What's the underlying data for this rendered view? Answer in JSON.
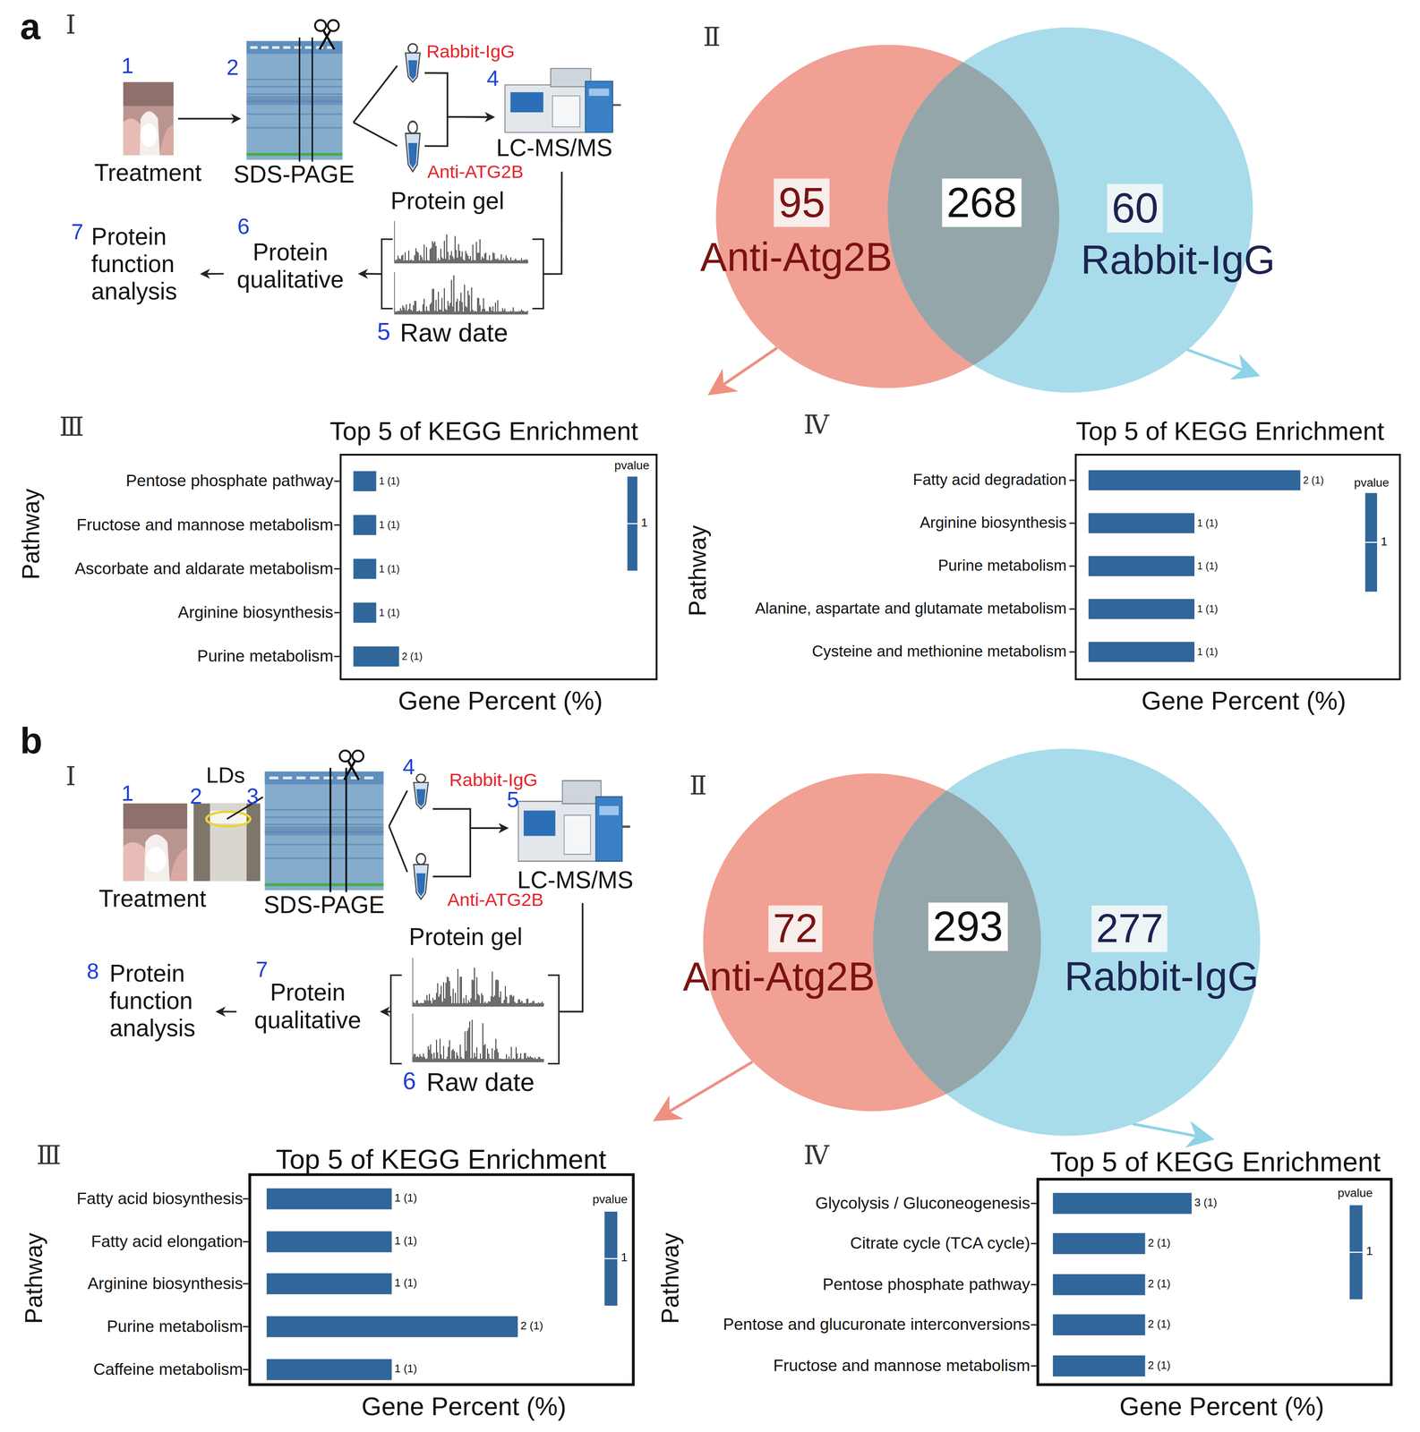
{
  "diagram": {
    "nodes": [
      {
        "text": [
          "Treatment"
        ]
      },
      {
        "text": [
          "SDS-PAGE"
        ]
      },
      {
        "text": [
          "Rabbit-IgG"
        ]
      },
      {
        "text": [
          "Anti-ATG2B"
        ]
      },
      {
        "text": [
          "LC-MS/MS"
        ]
      },
      {
        "text": [
          "Raw date"
        ]
      },
      {
        "text": [
          "Protein qualitative"
        ]
      },
      {
        "text": [
          "Protein function analysis"
        ]
      },
      {
        "text": [
          "95",
          "Anti-Atg2B"
        ]
      },
      {
        "text": [
          "60",
          "Rabbit-IgG"
        ]
      },
      {
        "text": [
          "Top 5 of KEGG Enrichment"
        ]
      },
      {
        "text": [
          "Top 5 of KEGG Enrichment"
        ]
      },
      {
        "text": [
          "Treatment"
        ]
      },
      {
        "text": [
          "LDs"
        ]
      },
      {
        "text": [
          "SDS-PAGE"
        ]
      },
      {
        "text": [
          "Rabbit-IgG"
        ]
      },
      {
        "text": [
          "Anti-ATG2B"
        ]
      },
      {
        "text": [
          "LC-MS/MS"
        ]
      },
      {
        "text": [
          "Raw date"
        ]
      },
      {
        "text": [
          "Protein qualitative"
        ]
      },
      {
        "text": [
          "Protein function analysis"
        ]
      },
      {
        "text": [
          "72",
          "Anti-Atg2B"
        ]
      },
      {
        "text": [
          "277",
          "Rabbit-IgG"
        ]
      },
      {
        "text": [
          "Top 5 of KEGG Enrichment"
        ]
      },
      {
        "text": [
          "Top 5 of KEGG Enrichment"
        ]
      }
    ],
    "edges": [
      {
        "from": 0,
        "to": 1,
        "arrow": "to"
      },
      {
        "from": 1,
        "to": 2,
        "arrow": "none"
      },
      {
        "from": 1,
        "to": 3,
        "arrow": "none"
      },
      {
        "from": 2,
        "to": 4,
        "arrow": "to"
      },
      {
        "from": 3,
        "to": 4,
        "arrow": "to"
      },
      {
        "from": 4,
        "to": 5,
        "arrow": "none"
      },
      {
        "from": 5,
        "to": 6,
        "arrow": "to"
      },
      {
        "from": 6,
        "to": 7,
        "arrow": "to"
      },
      {
        "from": 8,
        "to": 10,
        "arrow": "to"
      },
      {
        "from": 9,
        "to": 11,
        "arrow": "to"
      },
      {
        "from": 13,
        "to": 14,
        "arrow": "none"
      },
      {
        "from": 14,
        "to": 15,
        "arrow": "none"
      },
      {
        "from": 14,
        "to": 16,
        "arrow": "none"
      },
      {
        "from": 15,
        "to": 17,
        "arrow": "to"
      },
      {
        "from": 16,
        "to": 17,
        "arrow": "to"
      },
      {
        "from": 17,
        "to": 18,
        "arrow": "none"
      },
      {
        "from": 18,
        "to": 19,
        "arrow": "to"
      },
      {
        "from": 19,
        "to": 20,
        "arrow": "to"
      },
      {
        "from": 21,
        "to": 23,
        "arrow": "to"
      },
      {
        "from": 22,
        "to": 24,
        "arrow": "to"
      }
    ],
    "labels": [
      "a",
      "Ⅰ",
      "1",
      "2",
      "4",
      "Protein gel",
      "7",
      "6",
      "5",
      "Ⅱ",
      "268",
      "Ⅲ",
      "Pathway",
      "Pentose phosphate pathway",
      "Fructose and mannose metabolism",
      "Ascorbate and aldarate metabolism",
      "Arginine biosynthesis",
      "Purine metabolism",
      "1 (1)",
      "1 (1)",
      "1 (1)",
      "1 (1)",
      "2 (1)",
      "pvalue",
      "1",
      "Gene Percent (%)",
      "Ⅳ",
      "Pathway",
      "Fatty acid degradation",
      "Arginine biosynthesis",
      "Purine metabolism",
      "Alanine, aspartate and glutamate metabolism",
      "Cysteine and methionine metabolism",
      "2 (1)",
      "1 (1)",
      "1 (1)",
      "1 (1)",
      "1 (1)",
      "pvalue",
      "1",
      "Gene Percent (%)",
      "b",
      "Ⅰ",
      "1",
      "2",
      "3",
      "4",
      "5",
      "Protein gel",
      "8",
      "7",
      "6",
      "Ⅱ",
      "293",
      "Ⅲ",
      "Pathway",
      "Fatty acid biosynthesis",
      "Fatty acid elongation",
      "Arginine biosynthesis",
      "Purine metabolism",
      "Caffeine metabolism",
      "1 (1)",
      "1 (1)",
      "1 (1)",
      "2 (1)",
      "1 (1)",
      "pvalue",
      "1",
      "Gene Percent (%)",
      "Ⅳ",
      "Pathway",
      "Glycolysis / Gluconeogenesis",
      "Citrate cycle (TCA cycle)",
      "Pentose phosphate pathway",
      "Pentose and glucuronate interconversions",
      "Fructose and mannose metabolism",
      "3 (1)",
      "2 (1)",
      "2 (1)",
      "2 (1)",
      "2 (1)",
      "pvalue",
      "1",
      "Gene Percent (%)"
    ]
  }
}
